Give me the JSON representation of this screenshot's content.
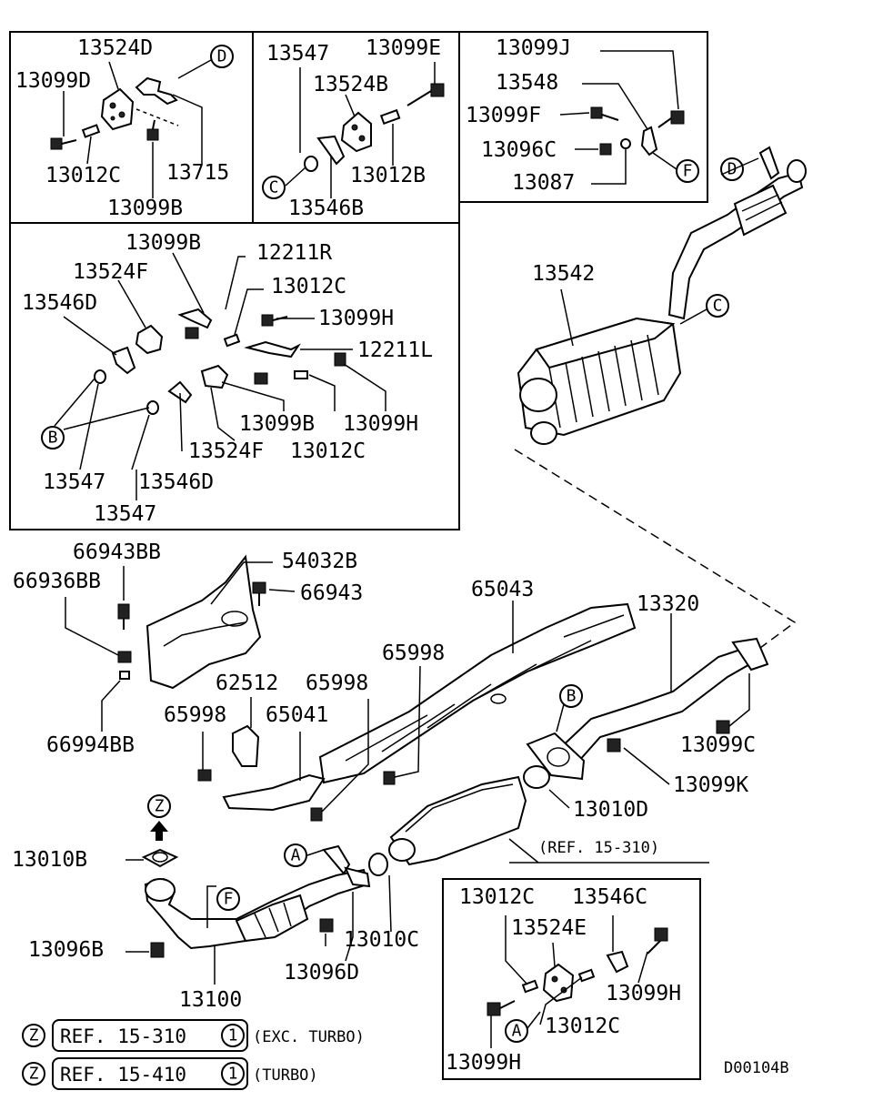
{
  "labels": {
    "p13524D": "13524D",
    "p13099D": "13099D",
    "p13012C_a": "13012C",
    "p13715": "13715",
    "p13099B_a": "13099B",
    "p13547_a": "13547",
    "p13099E": "13099E",
    "p13524B": "13524B",
    "p13012B": "13012B",
    "p13546B": "13546B",
    "p13099J": "13099J",
    "p13548": "13548",
    "p13099F": "13099F",
    "p13096C": "13096C",
    "p13087": "13087",
    "p13099B_b": "13099B",
    "p12211R": "12211R",
    "p13524F_a": "13524F",
    "p13012C_b": "13012C",
    "p13546D_a": "13546D",
    "p13099H_a": "13099H",
    "p12211L": "12211L",
    "p13099B_c": "13099B",
    "p13099H_b": "13099H",
    "p13524F_b": "13524F",
    "p13012C_c": "13012C",
    "p13547_b": "13547",
    "p13546D_b": "13546D",
    "p13547_c": "13547",
    "p13542": "13542",
    "p66943BB": "66943BB",
    "p54032B": "54032B",
    "p66936BB": "66936BB",
    "p66943": "66943",
    "p65043": "65043",
    "p13320": "13320",
    "p65998_a": "65998",
    "p62512": "62512",
    "p65998_b": "65998",
    "p65998_c": "65998",
    "p65041": "65041",
    "p66994BB": "66994BB",
    "p13099C": "13099C",
    "p13099K": "13099K",
    "p13010D": "13010D",
    "p13010B": "13010B",
    "p13096B": "13096B",
    "p13100": "13100",
    "p13096D": "13096D",
    "p13010C": "13010C",
    "p13012C_d": "13012C",
    "p13546C": "13546C",
    "p13524E": "13524E",
    "p13099H_c": "13099H",
    "p13012C_e": "13012C",
    "p13099H_d": "13099H"
  },
  "callouts": {
    "A": "A",
    "B": "B",
    "C": "C",
    "D": "D",
    "F": "F",
    "Z": "Z",
    "one": "1"
  },
  "references": {
    "ref_main": "(REF. 15-310)",
    "ref1_code": "REF. 15-310",
    "ref1_note": "(EXC. TURBO)",
    "ref2_code": "REF. 15-410",
    "ref2_note": "(TURBO)"
  },
  "diagram_id": "D00104B"
}
